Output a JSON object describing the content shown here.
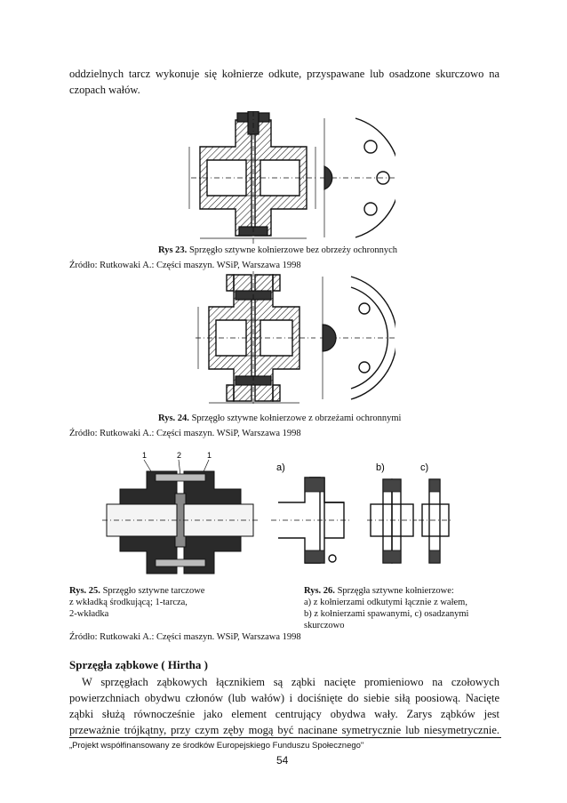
{
  "intro": {
    "line1": "oddzielnych tarcz wykonuje się kołnierze odkute, przyspawane lub osadzone skurczowo na",
    "line2": "czopach wałów."
  },
  "fig23": {
    "caption_prefix": "Rys 23.",
    "caption_text": "Sprzęgło sztywne kołnierzowe bez obrzeży ochronnych",
    "source": "Źródło: Rutkowaki A.: Części maszyn. WSiP, Warszawa 1998"
  },
  "fig24": {
    "caption_prefix": "Rys. 24.",
    "caption_text": "Sprzęgło sztywne kołnierzowe z obrzeżami ochronnymi",
    "source": "Źródło: Rutkowaki A.: Części maszyn. WSiP, Warszawa 1998"
  },
  "fig25": {
    "labels": [
      "1",
      "2",
      "1"
    ],
    "caption_prefix": "Rys. 25.",
    "caption_line1": "Sprzęgło sztywne tarczowe",
    "caption_line2": "z wkładką środkującą;  1-tarcza,",
    "caption_line3": "2-wkładka"
  },
  "fig26": {
    "labels": [
      "a)",
      "b)",
      "c)"
    ],
    "caption_prefix": "Rys. 26.",
    "caption_line1": "Sprzęgła sztywne kołnierzowe:",
    "caption_line2": "a) z kołnierzami odkutymi łącznie z wałem,",
    "caption_line3": "b) z kołnierzami spawanymi, c) osadzanymi",
    "caption_line4": "skurczowo"
  },
  "fig25_26_source": "Źródło: Rutkowaki A.: Części maszyn. WSiP, Warszawa 1998",
  "section": {
    "heading": "Sprzęgła ząbkowe ( Hirtha )",
    "lines": [
      "W sprzęgłach ząbkowych łącznikiem są ząbki nacięte promieniowo na czołowych",
      "powierzchniach obydwu członów (lub wałów) i dociśnięte do siebie siłą poosiową. Nacięte",
      "ząbki służą równocześnie jako element centrujący obydwa wały. Zarys ząbków jest",
      "przeważnie trójkątny, przy czym zęby mogą być nacinane symetrycznie lub niesymetrycznie."
    ]
  },
  "footer": {
    "project": "„Projekt współfinansowany ze środków Europejskiego Funduszu Społecznego\"",
    "page": "54"
  }
}
